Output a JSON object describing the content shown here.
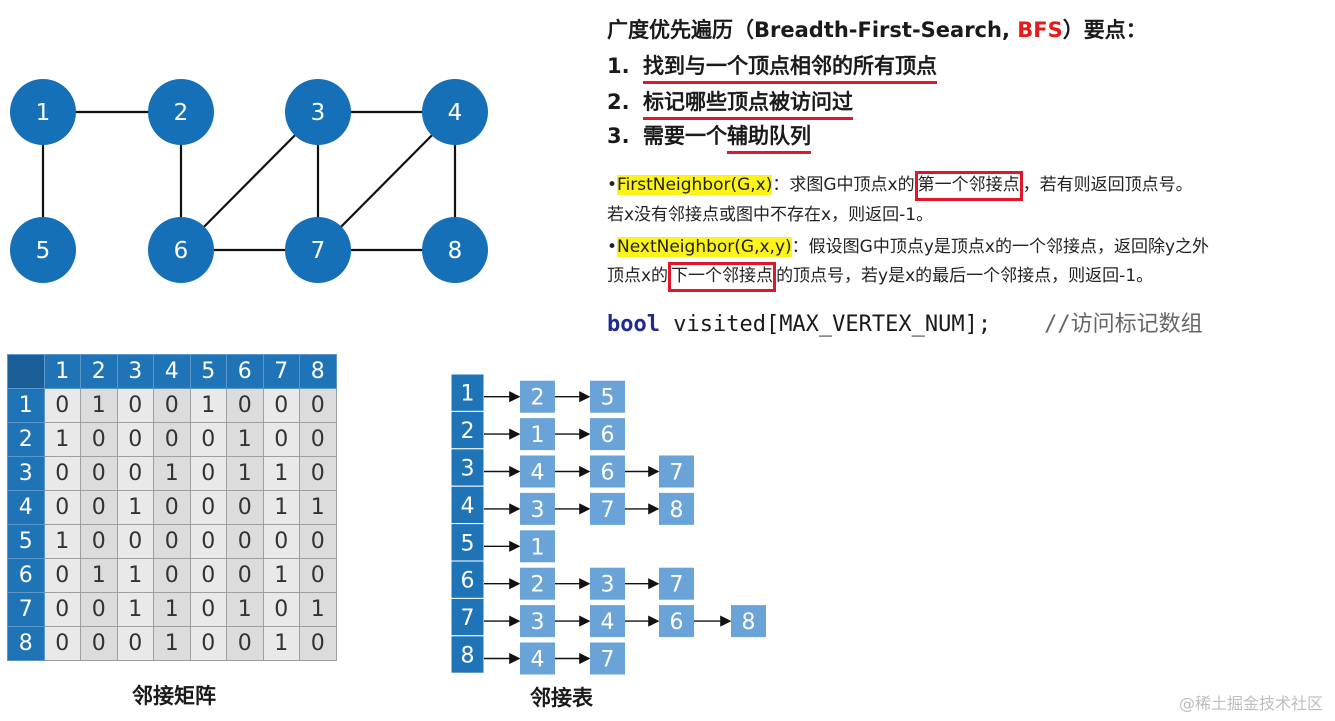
{
  "graph": {
    "vertices": [
      "1",
      "2",
      "3",
      "4",
      "5",
      "6",
      "7",
      "8"
    ],
    "edges": [
      [
        "1",
        "2"
      ],
      [
        "1",
        "5"
      ],
      [
        "2",
        "6"
      ],
      [
        "3",
        "6"
      ],
      [
        "3",
        "7"
      ],
      [
        "3",
        "4"
      ],
      [
        "4",
        "7"
      ],
      [
        "4",
        "8"
      ],
      [
        "6",
        "7"
      ],
      [
        "7",
        "8"
      ]
    ]
  },
  "title": {
    "prefix": "广度优先遍历（",
    "english": "Breadth-First-Search, ",
    "abbr": "BFS",
    "suffix": "）要点："
  },
  "points": [
    {
      "num": "1.",
      "text": "找到与一个顶点相邻的所有顶点",
      "underline": "找到与一个顶点相邻的所有顶点",
      "rest": ""
    },
    {
      "num": "2.",
      "text": "标记哪些顶点被访问过",
      "underline": "标记哪些顶点被访问过",
      "rest": ""
    },
    {
      "num": "3.",
      "text": "需要一个辅助队列",
      "plain": "需要一个",
      "underline": "辅助队列"
    }
  ],
  "functions": {
    "f1_bullet": "•",
    "f1_name": "FirstNeighbor(G,x)",
    "f1_a": "：求图G中顶点x的",
    "f1_box": "第一个邻接点",
    "f1_b": "，若有则返回顶点号。",
    "f1_line2": "若x没有邻接点或图中不存在x，则返回-1。",
    "f2_bullet": "•",
    "f2_name": "NextNeighbor(G,x,y)",
    "f2_a": "：假设图G中顶点y是顶点x的一个邻接点，返回除y之外",
    "f2_line2a": "顶点x的",
    "f2_box": "下一个邻接点",
    "f2_line2b": "的顶点号，若y是x的最后一个邻接点，则返回-1。"
  },
  "code": {
    "keyword": "bool",
    "statement": " visited[MAX_VERTEX_NUM];",
    "comment": "//访问标记数组"
  },
  "matrix": {
    "headers": [
      "1",
      "2",
      "3",
      "4",
      "5",
      "6",
      "7",
      "8"
    ],
    "rows": [
      [
        "0",
        "1",
        "0",
        "0",
        "1",
        "0",
        "0",
        "0"
      ],
      [
        "1",
        "0",
        "0",
        "0",
        "0",
        "1",
        "0",
        "0"
      ],
      [
        "0",
        "0",
        "0",
        "1",
        "0",
        "1",
        "1",
        "0"
      ],
      [
        "0",
        "0",
        "1",
        "0",
        "0",
        "0",
        "1",
        "1"
      ],
      [
        "1",
        "0",
        "0",
        "0",
        "0",
        "0",
        "0",
        "0"
      ],
      [
        "0",
        "1",
        "1",
        "0",
        "0",
        "0",
        "1",
        "0"
      ],
      [
        "0",
        "0",
        "1",
        "1",
        "0",
        "1",
        "0",
        "1"
      ],
      [
        "0",
        "0",
        "0",
        "1",
        "0",
        "0",
        "1",
        "0"
      ]
    ],
    "caption": "邻接矩阵"
  },
  "adjacency_list": {
    "heads": [
      "1",
      "2",
      "3",
      "4",
      "5",
      "6",
      "7",
      "8"
    ],
    "neighbors": [
      [
        "2",
        "5"
      ],
      [
        "1",
        "6"
      ],
      [
        "4",
        "6",
        "7"
      ],
      [
        "3",
        "7",
        "8"
      ],
      [
        "1"
      ],
      [
        "2",
        "3",
        "7"
      ],
      [
        "3",
        "4",
        "6",
        "8"
      ],
      [
        "4",
        "7"
      ]
    ],
    "caption": "邻接表"
  },
  "watermark": "@稀土掘金技术社区",
  "colors": {
    "vertex": "#1570b8",
    "list_head": "#1f73b7",
    "list_node": "#6aa3d8",
    "highlight": "#fbf31a",
    "red": "#e0162b"
  }
}
